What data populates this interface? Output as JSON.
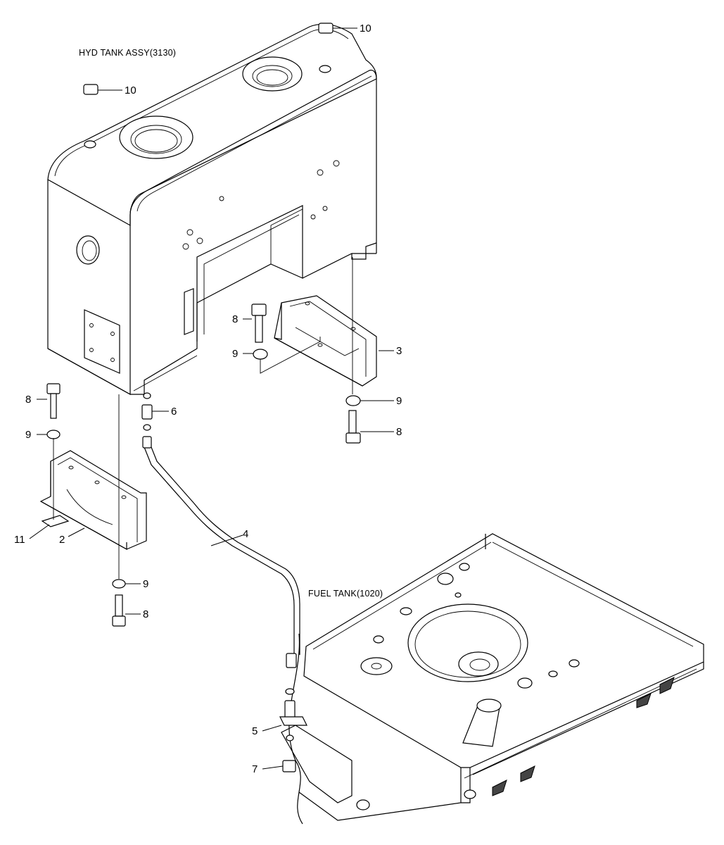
{
  "titles": {
    "hyd_tank": "HYD TANK ASSY(3130)",
    "fuel_tank": "FUEL TANK(1020)"
  },
  "callouts": {
    "c10a": "10",
    "c10b": "10",
    "c8a": "8",
    "c9a": "9",
    "c3": "3",
    "c9b": "9",
    "c8b": "8",
    "c8c": "8",
    "c6": "6",
    "c9c": "9",
    "c11": "11",
    "c2": "2",
    "c4": "4",
    "c9d": "9",
    "c8d": "8",
    "c5": "5",
    "c7": "7"
  }
}
